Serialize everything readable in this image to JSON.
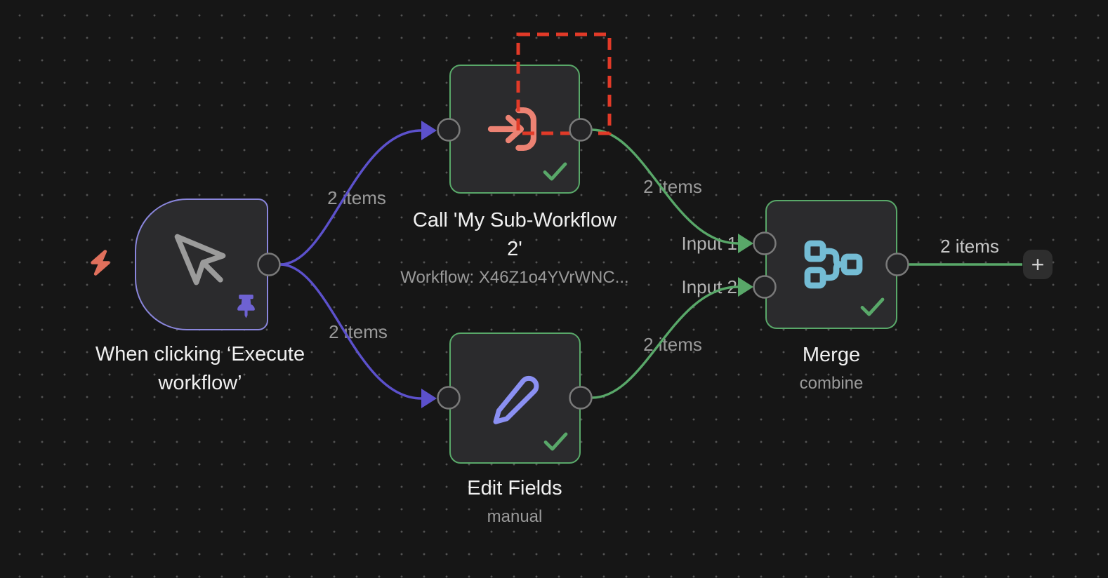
{
  "nodes": {
    "trigger": {
      "title": "When clicking ‘Execute workflow’"
    },
    "subworkflow": {
      "title": "Call 'My Sub-Workflow 2'",
      "subtitle": "Workflow: X46Z1o4YVrWNC..."
    },
    "edit_fields": {
      "title": "Edit Fields",
      "subtitle": "manual"
    },
    "merge": {
      "title": "Merge",
      "subtitle": "combine",
      "inputs": [
        "Input 1",
        "Input 2"
      ]
    }
  },
  "connection_labels": {
    "trigger_to_subworkflow": "2 items",
    "trigger_to_edit_fields": "2 items",
    "subworkflow_to_merge": "2 items",
    "edit_fields_to_merge": "2 items",
    "merge_output": "2 items"
  },
  "buttons": {
    "add_node": "+"
  },
  "icons": {
    "trigger": "mouse-pointer-icon",
    "subworkflow": "arrow-into-bracket-icon",
    "edit_fields": "pencil-icon",
    "merge": "merge-branches-icon",
    "status": "check-icon",
    "pinned": "pushpin-icon",
    "trigger_indicator": "lightning-bolt-icon"
  },
  "colors": {
    "background": "#161616",
    "grid_dot": "#525252",
    "node_fill": "#2b2b2d",
    "trigger_border_purple": "#8a86dc",
    "pinned_connection_purple": "#5c51cc",
    "accent_purple": "#6e62d2",
    "pencil_periwinkle": "#8b90f2",
    "success_green": "#59a869",
    "coral": "#ec8273",
    "bolt_coral": "#e0705c",
    "issue_red_dashed": "#e23a28",
    "merge_teal": "#74bcd4",
    "title_text": "#f0f0f0",
    "subtitle_text": "#9a9a9a"
  }
}
